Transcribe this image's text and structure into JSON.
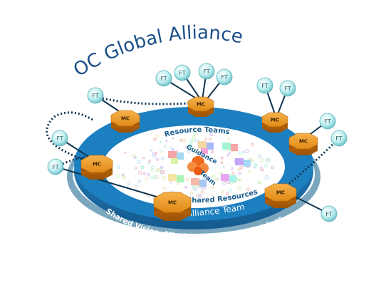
{
  "title": "OC Global Alliance",
  "labels": {
    "resource_teams": "Resource Teams",
    "guidance": "Guidance",
    "team": "Team",
    "shared_resources": "Shared Resources",
    "alliance_team": "Alliance Team",
    "shared_vision": "Shared Vision, Mission, Strategy and Values"
  },
  "node_labels": {
    "mc": "MC",
    "ft": "FT"
  },
  "colors": {
    "title": "#1b4f8a",
    "ring_top": "#1c7fc0",
    "ring_side": "#155f94",
    "ring_base": "#7aa7be",
    "mc_fill": "#e08a17",
    "ft_fill": "#bfeff0",
    "line": "#0f3550",
    "guidance": "#f06a1e"
  }
}
